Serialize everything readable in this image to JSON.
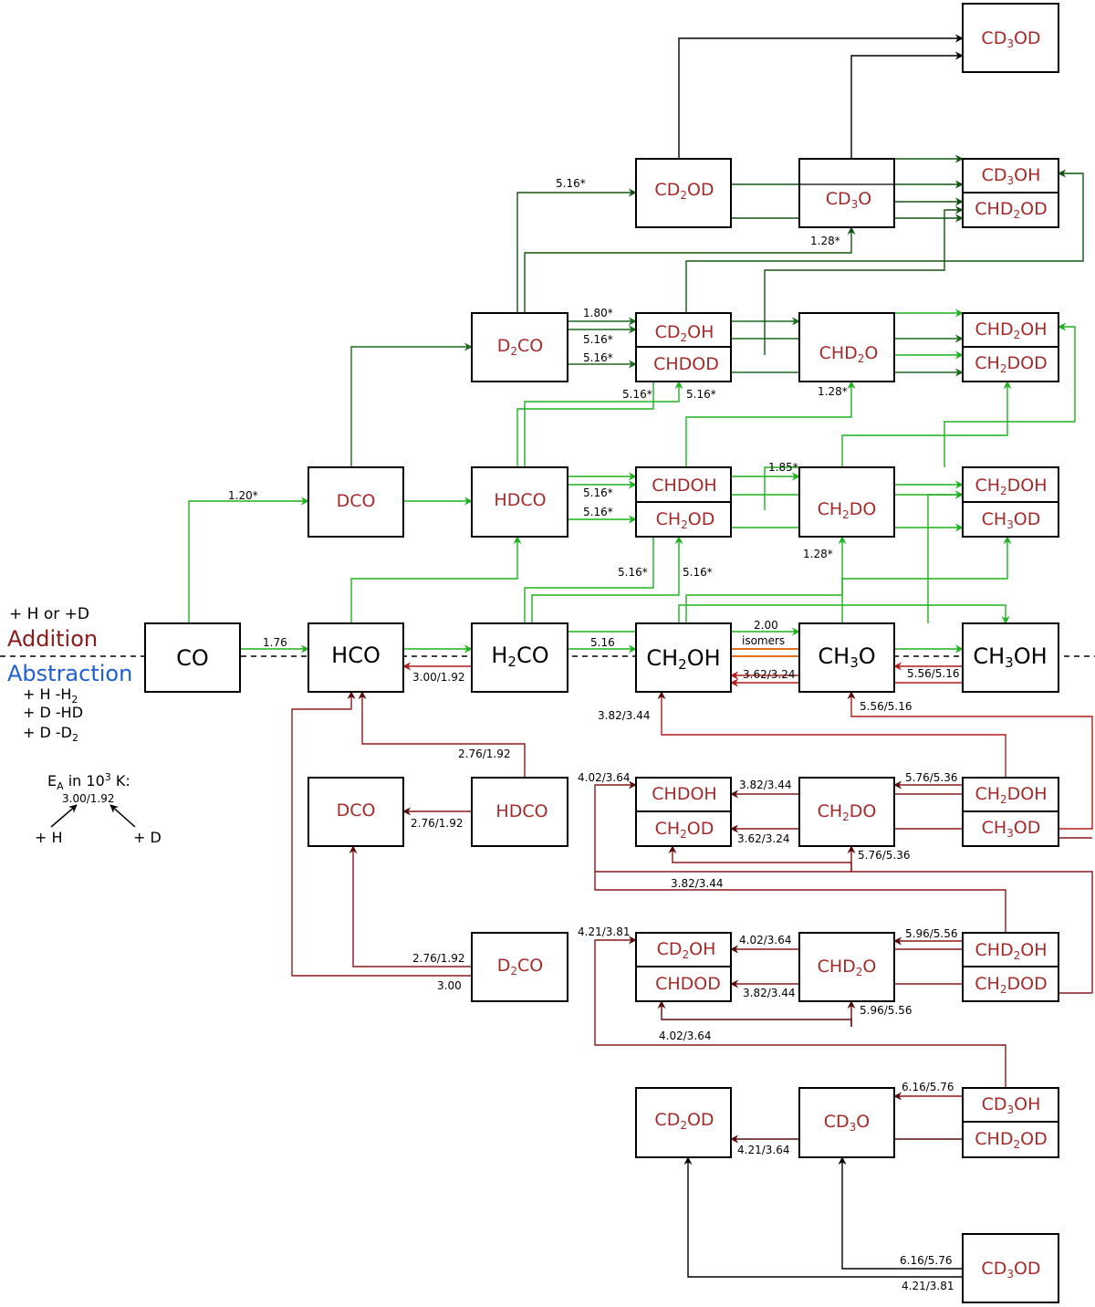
{
  "colors": {
    "main_text": "#000000",
    "deut_text": "#a52a2a",
    "addition_heading": "#8b1a1a",
    "abstraction_heading": "#1f5fd6",
    "h_addition_arrow": "#1db21d",
    "d_addition_arrow": "#1a6b1a",
    "d_addition_dark_arrow": "#145214",
    "h_abstraction_arrow": "#b01c1c",
    "d_abstraction_arrow": "#6e1010",
    "d_abstraction_dark_arrow": "#000000",
    "isomer_line": "#e07020"
  },
  "legend": {
    "addition_reactants": "+ H or  +D",
    "addition_title": "Addition",
    "abstraction_title": "Abstraction",
    "abs_h": "+ H -H",
    "abs_h_sub": "2",
    "abs_hd": "+ D -HD",
    "abs_d2": "+ D -D",
    "abs_d2_sub": "2",
    "ea_prefix": "E",
    "ea_sub": "A",
    "ea_mid": " in 10",
    "ea_sup": "3",
    "ea_suffix": " K:",
    "ea_example": "3.00/1.92",
    "plus_h": "+ H",
    "plus_d": "+ D"
  },
  "species": [
    {
      "id": "co",
      "parts": [
        [
          "CO",
          ""
        ]
      ],
      "kind": "main"
    },
    {
      "id": "hco",
      "parts": [
        [
          "HCO",
          ""
        ]
      ],
      "kind": "main"
    },
    {
      "id": "h2co",
      "parts": [
        [
          "H",
          ""
        ],
        [
          "2",
          "sub"
        ],
        [
          "CO",
          ""
        ]
      ],
      "kind": "main"
    },
    {
      "id": "ch2oh",
      "parts": [
        [
          "CH",
          ""
        ],
        [
          "2",
          "sub"
        ],
        [
          "OH",
          ""
        ]
      ],
      "kind": "main"
    },
    {
      "id": "ch3o",
      "parts": [
        [
          "CH",
          ""
        ],
        [
          "3",
          "sub"
        ],
        [
          "O",
          ""
        ]
      ],
      "kind": "main"
    },
    {
      "id": "ch3oh",
      "parts": [
        [
          "CH",
          ""
        ],
        [
          "3",
          "sub"
        ],
        [
          "OH",
          ""
        ]
      ],
      "kind": "main"
    },
    {
      "id": "dco_top",
      "parts": [
        [
          "DCO",
          ""
        ]
      ],
      "kind": "deut"
    },
    {
      "id": "hdco_top",
      "parts": [
        [
          "HDCO",
          ""
        ]
      ],
      "kind": "deut"
    },
    {
      "id": "d2co_top",
      "parts": [
        [
          "D",
          ""
        ],
        [
          "2",
          "sub"
        ],
        [
          "CO",
          ""
        ]
      ],
      "kind": "deut"
    },
    {
      "id": "chdoh_top",
      "parts": [
        [
          "CHDOH",
          ""
        ]
      ],
      "kind": "deut"
    },
    {
      "id": "ch2od_top",
      "parts": [
        [
          "CH",
          ""
        ],
        [
          "2",
          "sub"
        ],
        [
          "OD",
          ""
        ]
      ],
      "kind": "deut"
    },
    {
      "id": "ch2do_top",
      "parts": [
        [
          "CH",
          ""
        ],
        [
          "2",
          "sub"
        ],
        [
          "DO",
          ""
        ]
      ],
      "kind": "deut"
    },
    {
      "id": "ch2doh_top",
      "parts": [
        [
          "CH",
          ""
        ],
        [
          "2",
          "sub"
        ],
        [
          "DOH",
          ""
        ]
      ],
      "kind": "deut"
    },
    {
      "id": "ch3od_top",
      "parts": [
        [
          "CH",
          ""
        ],
        [
          "3",
          "sub"
        ],
        [
          "OD",
          ""
        ]
      ],
      "kind": "deut"
    },
    {
      "id": "cd2oh_top",
      "parts": [
        [
          "CD",
          ""
        ],
        [
          "2",
          "sub"
        ],
        [
          "OH",
          ""
        ]
      ],
      "kind": "deut"
    },
    {
      "id": "chdod_top",
      "parts": [
        [
          "CHDOD",
          ""
        ]
      ],
      "kind": "deut"
    },
    {
      "id": "chd2o_top",
      "parts": [
        [
          "CHD",
          ""
        ],
        [
          "2",
          "sub"
        ],
        [
          "O",
          ""
        ]
      ],
      "kind": "deut"
    },
    {
      "id": "chd2oh_top",
      "parts": [
        [
          "CHD",
          ""
        ],
        [
          "2",
          "sub"
        ],
        [
          "OH",
          ""
        ]
      ],
      "kind": "deut"
    },
    {
      "id": "ch2dod_top",
      "parts": [
        [
          "CH",
          ""
        ],
        [
          "2",
          "sub"
        ],
        [
          "DOD",
          ""
        ]
      ],
      "kind": "deut"
    },
    {
      "id": "cd2od_top",
      "parts": [
        [
          "CD",
          ""
        ],
        [
          "2",
          "sub"
        ],
        [
          "OD",
          ""
        ]
      ],
      "kind": "deut"
    },
    {
      "id": "cd3o_top",
      "parts": [
        [
          "CD",
          ""
        ],
        [
          "3",
          "sub"
        ],
        [
          "O",
          ""
        ]
      ],
      "kind": "deut"
    },
    {
      "id": "cd3oh_top",
      "parts": [
        [
          "CD",
          ""
        ],
        [
          "3",
          "sub"
        ],
        [
          "OH",
          ""
        ]
      ],
      "kind": "deut"
    },
    {
      "id": "chd2od_top",
      "parts": [
        [
          "CHD",
          ""
        ],
        [
          "2",
          "sub"
        ],
        [
          "OD",
          ""
        ]
      ],
      "kind": "deut"
    },
    {
      "id": "cd3od_top",
      "parts": [
        [
          "CD",
          ""
        ],
        [
          "3",
          "sub"
        ],
        [
          "OD",
          ""
        ]
      ],
      "kind": "deut"
    },
    {
      "id": "dco_bot",
      "parts": [
        [
          "DCO",
          ""
        ]
      ],
      "kind": "deut"
    },
    {
      "id": "hdco_bot",
      "parts": [
        [
          "HDCO",
          ""
        ]
      ],
      "kind": "deut"
    },
    {
      "id": "d2co_bot",
      "parts": [
        [
          "D",
          ""
        ],
        [
          "2",
          "sub"
        ],
        [
          "CO",
          ""
        ]
      ],
      "kind": "deut"
    },
    {
      "id": "chdoh_bot",
      "parts": [
        [
          "CHDOH",
          ""
        ]
      ],
      "kind": "deut"
    },
    {
      "id": "ch2od_bot",
      "parts": [
        [
          "CH",
          ""
        ],
        [
          "2",
          "sub"
        ],
        [
          "OD",
          ""
        ]
      ],
      "kind": "deut"
    },
    {
      "id": "ch2do_bot",
      "parts": [
        [
          "CH",
          ""
        ],
        [
          "2",
          "sub"
        ],
        [
          "DO",
          ""
        ]
      ],
      "kind": "deut"
    },
    {
      "id": "ch2doh_bot",
      "parts": [
        [
          "CH",
          ""
        ],
        [
          "2",
          "sub"
        ],
        [
          "DOH",
          ""
        ]
      ],
      "kind": "deut"
    },
    {
      "id": "ch3od_bot",
      "parts": [
        [
          "CH",
          ""
        ],
        [
          "3",
          "sub"
        ],
        [
          "OD",
          ""
        ]
      ],
      "kind": "deut"
    },
    {
      "id": "cd2oh_bot",
      "parts": [
        [
          "CD",
          ""
        ],
        [
          "2",
          "sub"
        ],
        [
          "OH",
          ""
        ]
      ],
      "kind": "deut"
    },
    {
      "id": "chdod_bot",
      "parts": [
        [
          "CHDOD",
          ""
        ]
      ],
      "kind": "deut"
    },
    {
      "id": "chd2o_bot",
      "parts": [
        [
          "CHD",
          ""
        ],
        [
          "2",
          "sub"
        ],
        [
          "O",
          ""
        ]
      ],
      "kind": "deut"
    },
    {
      "id": "chd2oh_bot",
      "parts": [
        [
          "CHD",
          ""
        ],
        [
          "2",
          "sub"
        ],
        [
          "OH",
          ""
        ]
      ],
      "kind": "deut"
    },
    {
      "id": "ch2dod_bot",
      "parts": [
        [
          "CH",
          ""
        ],
        [
          "2",
          "sub"
        ],
        [
          "DOD",
          ""
        ]
      ],
      "kind": "deut"
    },
    {
      "id": "cd2od_bot",
      "parts": [
        [
          "CD",
          ""
        ],
        [
          "2",
          "sub"
        ],
        [
          "OD",
          ""
        ]
      ],
      "kind": "deut"
    },
    {
      "id": "cd3o_bot",
      "parts": [
        [
          "CD",
          ""
        ],
        [
          "3",
          "sub"
        ],
        [
          "O",
          ""
        ]
      ],
      "kind": "deut"
    },
    {
      "id": "cd3oh_bot",
      "parts": [
        [
          "CD",
          ""
        ],
        [
          "3",
          "sub"
        ],
        [
          "OH",
          ""
        ]
      ],
      "kind": "deut"
    },
    {
      "id": "chd2od_bot",
      "parts": [
        [
          "CHD",
          ""
        ],
        [
          "2",
          "sub"
        ],
        [
          "OD",
          ""
        ]
      ],
      "kind": "deut"
    },
    {
      "id": "cd3od_bot",
      "parts": [
        [
          "CD",
          ""
        ],
        [
          "3",
          "sub"
        ],
        [
          "OD",
          ""
        ]
      ],
      "kind": "deut"
    }
  ],
  "labels": [
    {
      "id": "l_co_hco",
      "text": "1.76"
    },
    {
      "id": "l_co_dco",
      "text": "1.20*"
    },
    {
      "id": "l_h2co_ch2oh",
      "text": "5.16"
    },
    {
      "id": "l_isomer_val",
      "text": "2.00"
    },
    {
      "id": "l_isomer",
      "text": "isomers"
    },
    {
      "id": "l_hco_abs",
      "text": "3.00/1.92"
    },
    {
      "id": "l_ch3oh_abs",
      "text": "5.56/5.16"
    },
    {
      "id": "l_ch3o_abs",
      "text": "3.62/3.24"
    },
    {
      "id": "l_ch3oh_ch3o_abs",
      "text": "5.56/5.16"
    },
    {
      "id": "l_ch2oh_abs",
      "text": "3.82/3.44"
    },
    {
      "id": "l_hdco_hco",
      "text": "2.76/1.92"
    },
    {
      "id": "l_hdco_dco",
      "text": "2.76/1.92"
    },
    {
      "id": "l_d2co_dco",
      "text": "2.76/1.92"
    },
    {
      "id": "l_d2co_hco",
      "text": "3.00"
    },
    {
      "id": "l_hdco_chdoh",
      "text": "5.16*"
    },
    {
      "id": "l_hdco_ch2od",
      "text": "5.16*"
    },
    {
      "id": "l_h2co_chdoh",
      "text": "5.16*"
    },
    {
      "id": "l_h2co_ch2od",
      "text": "5.16*"
    },
    {
      "id": "l_ch2do_up",
      "text": "1.85*"
    },
    {
      "id": "l_ch2do_from",
      "text": "1.28*"
    },
    {
      "id": "l_d2co_cd2oh1",
      "text": "1.80*"
    },
    {
      "id": "l_d2co_cd2oh2",
      "text": "5.16*"
    },
    {
      "id": "l_d2co_chdod",
      "text": "5.16*"
    },
    {
      "id": "l_hdco_cd2oh",
      "text": "5.16*"
    },
    {
      "id": "l_hdco_chdod",
      "text": "5.16*"
    },
    {
      "id": "l_chd2o_from",
      "text": "1.28*"
    },
    {
      "id": "l_d2co_cd2od",
      "text": "5.16*"
    },
    {
      "id": "l_cd3o_from",
      "text": "1.28*"
    },
    {
      "id": "l_ch2doh_abs1",
      "text": "4.02/3.64"
    },
    {
      "id": "l_ch2doh_abs2",
      "text": "3.82/3.44"
    },
    {
      "id": "l_ch2doh_abs3",
      "text": "5.76/5.36"
    },
    {
      "id": "l_ch2do_abs",
      "text": "3.62/3.24"
    },
    {
      "id": "l_ch3od_abs",
      "text": "5.76/5.36"
    },
    {
      "id": "l_ch3od_long",
      "text": "3.82/3.44"
    },
    {
      "id": "l_chd2oh_abs1",
      "text": "4.21/3.81"
    },
    {
      "id": "l_chd2oh_abs2",
      "text": "4.02/3.64"
    },
    {
      "id": "l_chd2oh_abs3",
      "text": "5.96/5.56"
    },
    {
      "id": "l_chd2o_abs",
      "text": "3.82/3.44"
    },
    {
      "id": "l_ch2dod_abs",
      "text": "5.96/5.56"
    },
    {
      "id": "l_ch2dod_long",
      "text": "4.02/3.64"
    },
    {
      "id": "l_cd3oh_abs",
      "text": "6.16/5.76"
    },
    {
      "id": "l_cd3o_abs",
      "text": "4.21/3.64"
    },
    {
      "id": "l_cd3od_abs1",
      "text": "6.16/5.76"
    },
    {
      "id": "l_cd3od_abs2",
      "text": "4.21/3.81"
    }
  ]
}
